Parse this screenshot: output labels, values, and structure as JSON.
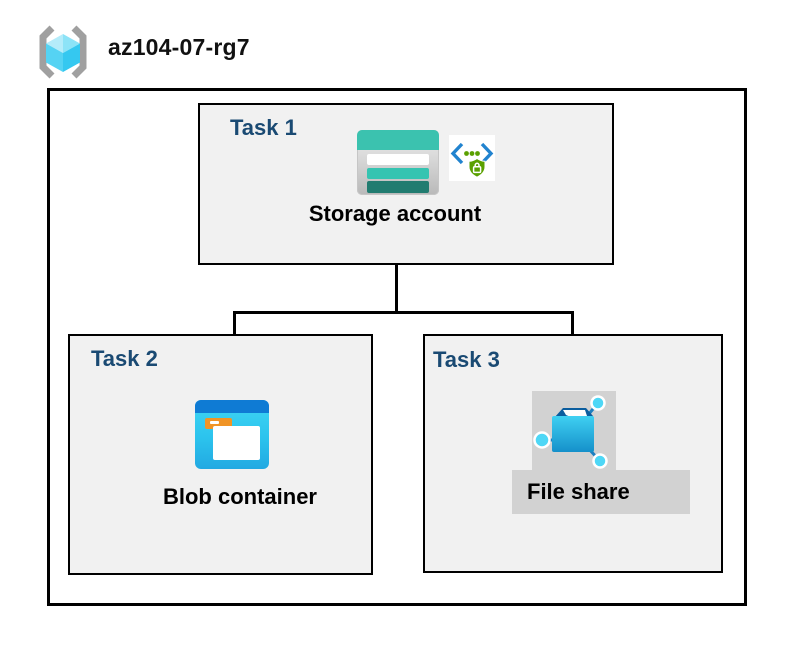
{
  "resource_group": {
    "name": "az104-07-rg7",
    "icon": "resource-group-icon"
  },
  "tasks": [
    {
      "label": "Task 1",
      "resource": "Storage account",
      "icons": [
        "storage-account-icon",
        "secure-endpoint-icon"
      ]
    },
    {
      "label": "Task 2",
      "resource": "Blob container",
      "icons": [
        "blob-container-icon"
      ]
    },
    {
      "label": "Task 3",
      "resource": "File share",
      "icons": [
        "file-share-icon"
      ]
    }
  ],
  "connections": [
    {
      "from": "Storage account",
      "to": "Blob container"
    },
    {
      "from": "Storage account",
      "to": "File share"
    }
  ],
  "colors": {
    "task_title_navy": "#1a4a73",
    "task_box_fill": "#f1f1f1",
    "border_black": "#000000",
    "storage_teal": "#3bc2af",
    "storage_teal_dark": "#217c70",
    "blob_blue": "#0f7bd4",
    "cube_cyan": "#35c8f0",
    "shield_green": "#5aa000",
    "file_share_badge_gray": "#d2d2d2"
  }
}
